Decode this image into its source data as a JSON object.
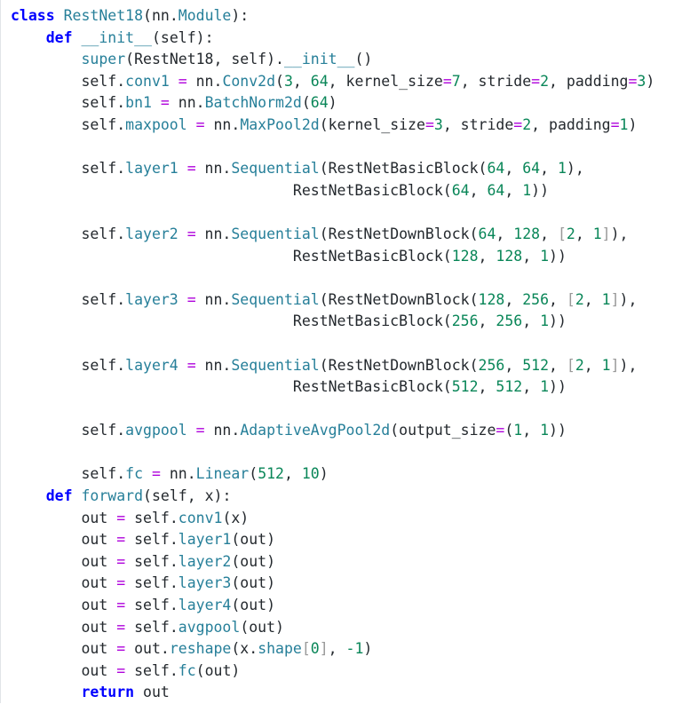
{
  "lines": [
    [
      {
        "t": "class",
        "c": "kw"
      },
      {
        "t": " "
      },
      {
        "t": "RestNet18",
        "c": "cls"
      },
      {
        "t": "(nn."
      },
      {
        "t": "Module",
        "c": "cls"
      },
      {
        "t": "):"
      }
    ],
    [
      {
        "t": "    "
      },
      {
        "t": "def",
        "c": "kw"
      },
      {
        "t": " "
      },
      {
        "t": "__init__",
        "c": "fn"
      },
      {
        "t": "(self):"
      }
    ],
    [
      {
        "t": "        "
      },
      {
        "t": "super",
        "c": "fn"
      },
      {
        "t": "(RestNet18, self)."
      },
      {
        "t": "__init__",
        "c": "fn"
      },
      {
        "t": "()"
      }
    ],
    [
      {
        "t": "        self."
      },
      {
        "t": "conv1",
        "c": "attr"
      },
      {
        "t": " "
      },
      {
        "t": "=",
        "c": "op"
      },
      {
        "t": " nn."
      },
      {
        "t": "Conv2d",
        "c": "fn"
      },
      {
        "t": "("
      },
      {
        "t": "3",
        "c": "num"
      },
      {
        "t": ", "
      },
      {
        "t": "64",
        "c": "num"
      },
      {
        "t": ", kernel_size"
      },
      {
        "t": "=",
        "c": "op"
      },
      {
        "t": "7",
        "c": "num"
      },
      {
        "t": ", stride"
      },
      {
        "t": "=",
        "c": "op"
      },
      {
        "t": "2",
        "c": "num"
      },
      {
        "t": ", padding"
      },
      {
        "t": "=",
        "c": "op"
      },
      {
        "t": "3",
        "c": "num"
      },
      {
        "t": ")"
      }
    ],
    [
      {
        "t": "        self."
      },
      {
        "t": "bn1",
        "c": "attr"
      },
      {
        "t": " "
      },
      {
        "t": "=",
        "c": "op"
      },
      {
        "t": " nn."
      },
      {
        "t": "BatchNorm2d",
        "c": "fn"
      },
      {
        "t": "("
      },
      {
        "t": "64",
        "c": "num"
      },
      {
        "t": ")"
      }
    ],
    [
      {
        "t": "        self."
      },
      {
        "t": "maxpool",
        "c": "attr"
      },
      {
        "t": " "
      },
      {
        "t": "=",
        "c": "op"
      },
      {
        "t": " nn."
      },
      {
        "t": "MaxPool2d",
        "c": "fn"
      },
      {
        "t": "(kernel_size"
      },
      {
        "t": "=",
        "c": "op"
      },
      {
        "t": "3",
        "c": "num"
      },
      {
        "t": ", stride"
      },
      {
        "t": "=",
        "c": "op"
      },
      {
        "t": "2",
        "c": "num"
      },
      {
        "t": ", padding"
      },
      {
        "t": "=",
        "c": "op"
      },
      {
        "t": "1",
        "c": "num"
      },
      {
        "t": ")"
      }
    ],
    [],
    [
      {
        "t": "        self."
      },
      {
        "t": "layer1",
        "c": "attr"
      },
      {
        "t": " "
      },
      {
        "t": "=",
        "c": "op"
      },
      {
        "t": " nn."
      },
      {
        "t": "Sequential",
        "c": "fn"
      },
      {
        "t": "(RestNetBasicBlock("
      },
      {
        "t": "64",
        "c": "num"
      },
      {
        "t": ", "
      },
      {
        "t": "64",
        "c": "num"
      },
      {
        "t": ", "
      },
      {
        "t": "1",
        "c": "num"
      },
      {
        "t": "),"
      }
    ],
    [
      {
        "t": "                                RestNetBasicBlock("
      },
      {
        "t": "64",
        "c": "num"
      },
      {
        "t": ", "
      },
      {
        "t": "64",
        "c": "num"
      },
      {
        "t": ", "
      },
      {
        "t": "1",
        "c": "num"
      },
      {
        "t": "))"
      }
    ],
    [],
    [
      {
        "t": "        self."
      },
      {
        "t": "layer2",
        "c": "attr"
      },
      {
        "t": " "
      },
      {
        "t": "=",
        "c": "op"
      },
      {
        "t": " nn."
      },
      {
        "t": "Sequential",
        "c": "fn"
      },
      {
        "t": "(RestNetDownBlock("
      },
      {
        "t": "64",
        "c": "num"
      },
      {
        "t": ", "
      },
      {
        "t": "128",
        "c": "num"
      },
      {
        "t": ", "
      },
      {
        "t": "[",
        "c": "brk"
      },
      {
        "t": "2",
        "c": "num"
      },
      {
        "t": ", "
      },
      {
        "t": "1",
        "c": "num"
      },
      {
        "t": "]",
        "c": "brk"
      },
      {
        "t": "),"
      }
    ],
    [
      {
        "t": "                                RestNetBasicBlock("
      },
      {
        "t": "128",
        "c": "num"
      },
      {
        "t": ", "
      },
      {
        "t": "128",
        "c": "num"
      },
      {
        "t": ", "
      },
      {
        "t": "1",
        "c": "num"
      },
      {
        "t": "))"
      }
    ],
    [],
    [
      {
        "t": "        self."
      },
      {
        "t": "layer3",
        "c": "attr"
      },
      {
        "t": " "
      },
      {
        "t": "=",
        "c": "op"
      },
      {
        "t": " nn."
      },
      {
        "t": "Sequential",
        "c": "fn"
      },
      {
        "t": "(RestNetDownBlock("
      },
      {
        "t": "128",
        "c": "num"
      },
      {
        "t": ", "
      },
      {
        "t": "256",
        "c": "num"
      },
      {
        "t": ", "
      },
      {
        "t": "[",
        "c": "brk"
      },
      {
        "t": "2",
        "c": "num"
      },
      {
        "t": ", "
      },
      {
        "t": "1",
        "c": "num"
      },
      {
        "t": "]",
        "c": "brk"
      },
      {
        "t": "),"
      }
    ],
    [
      {
        "t": "                                RestNetBasicBlock("
      },
      {
        "t": "256",
        "c": "num"
      },
      {
        "t": ", "
      },
      {
        "t": "256",
        "c": "num"
      },
      {
        "t": ", "
      },
      {
        "t": "1",
        "c": "num"
      },
      {
        "t": "))"
      }
    ],
    [],
    [
      {
        "t": "        self."
      },
      {
        "t": "layer4",
        "c": "attr"
      },
      {
        "t": " "
      },
      {
        "t": "=",
        "c": "op"
      },
      {
        "t": " nn."
      },
      {
        "t": "Sequential",
        "c": "fn"
      },
      {
        "t": "(RestNetDownBlock("
      },
      {
        "t": "256",
        "c": "num"
      },
      {
        "t": ", "
      },
      {
        "t": "512",
        "c": "num"
      },
      {
        "t": ", "
      },
      {
        "t": "[",
        "c": "brk"
      },
      {
        "t": "2",
        "c": "num"
      },
      {
        "t": ", "
      },
      {
        "t": "1",
        "c": "num"
      },
      {
        "t": "]",
        "c": "brk"
      },
      {
        "t": "),"
      }
    ],
    [
      {
        "t": "                                RestNetBasicBlock("
      },
      {
        "t": "512",
        "c": "num"
      },
      {
        "t": ", "
      },
      {
        "t": "512",
        "c": "num"
      },
      {
        "t": ", "
      },
      {
        "t": "1",
        "c": "num"
      },
      {
        "t": "))"
      }
    ],
    [],
    [
      {
        "t": "        self."
      },
      {
        "t": "avgpool",
        "c": "attr"
      },
      {
        "t": " "
      },
      {
        "t": "=",
        "c": "op"
      },
      {
        "t": " nn."
      },
      {
        "t": "AdaptiveAvgPool2d",
        "c": "fn"
      },
      {
        "t": "(output_size"
      },
      {
        "t": "=",
        "c": "op"
      },
      {
        "t": "("
      },
      {
        "t": "1",
        "c": "num"
      },
      {
        "t": ", "
      },
      {
        "t": "1",
        "c": "num"
      },
      {
        "t": "))"
      }
    ],
    [],
    [
      {
        "t": "        self."
      },
      {
        "t": "fc",
        "c": "attr"
      },
      {
        "t": " "
      },
      {
        "t": "=",
        "c": "op"
      },
      {
        "t": " nn."
      },
      {
        "t": "Linear",
        "c": "fn"
      },
      {
        "t": "("
      },
      {
        "t": "512",
        "c": "num"
      },
      {
        "t": ", "
      },
      {
        "t": "10",
        "c": "num"
      },
      {
        "t": ")"
      }
    ],
    [
      {
        "t": "    "
      },
      {
        "t": "def",
        "c": "kw"
      },
      {
        "t": " "
      },
      {
        "t": "forward",
        "c": "fn"
      },
      {
        "t": "(self, x):"
      }
    ],
    [
      {
        "t": "        out "
      },
      {
        "t": "=",
        "c": "op"
      },
      {
        "t": " self."
      },
      {
        "t": "conv1",
        "c": "attr"
      },
      {
        "t": "(x)"
      }
    ],
    [
      {
        "t": "        out "
      },
      {
        "t": "=",
        "c": "op"
      },
      {
        "t": " self."
      },
      {
        "t": "layer1",
        "c": "attr"
      },
      {
        "t": "(out)"
      }
    ],
    [
      {
        "t": "        out "
      },
      {
        "t": "=",
        "c": "op"
      },
      {
        "t": " self."
      },
      {
        "t": "layer2",
        "c": "attr"
      },
      {
        "t": "(out)"
      }
    ],
    [
      {
        "t": "        out "
      },
      {
        "t": "=",
        "c": "op"
      },
      {
        "t": " self."
      },
      {
        "t": "layer3",
        "c": "attr"
      },
      {
        "t": "(out)"
      }
    ],
    [
      {
        "t": "        out "
      },
      {
        "t": "=",
        "c": "op"
      },
      {
        "t": " self."
      },
      {
        "t": "layer4",
        "c": "attr"
      },
      {
        "t": "(out)"
      }
    ],
    [
      {
        "t": "        out "
      },
      {
        "t": "=",
        "c": "op"
      },
      {
        "t": " self."
      },
      {
        "t": "avgpool",
        "c": "attr"
      },
      {
        "t": "(out)"
      }
    ],
    [
      {
        "t": "        out "
      },
      {
        "t": "=",
        "c": "op"
      },
      {
        "t": " out."
      },
      {
        "t": "reshape",
        "c": "fn"
      },
      {
        "t": "(x."
      },
      {
        "t": "shape",
        "c": "attr"
      },
      {
        "t": "[",
        "c": "brk"
      },
      {
        "t": "0",
        "c": "num"
      },
      {
        "t": "]",
        "c": "brk"
      },
      {
        "t": ", "
      },
      {
        "t": "-1",
        "c": "num"
      },
      {
        "t": ")"
      }
    ],
    [
      {
        "t": "        out "
      },
      {
        "t": "=",
        "c": "op"
      },
      {
        "t": " self."
      },
      {
        "t": "fc",
        "c": "attr"
      },
      {
        "t": "(out)"
      }
    ],
    [
      {
        "t": "        "
      },
      {
        "t": "return",
        "c": "kw"
      },
      {
        "t": " out"
      }
    ]
  ]
}
